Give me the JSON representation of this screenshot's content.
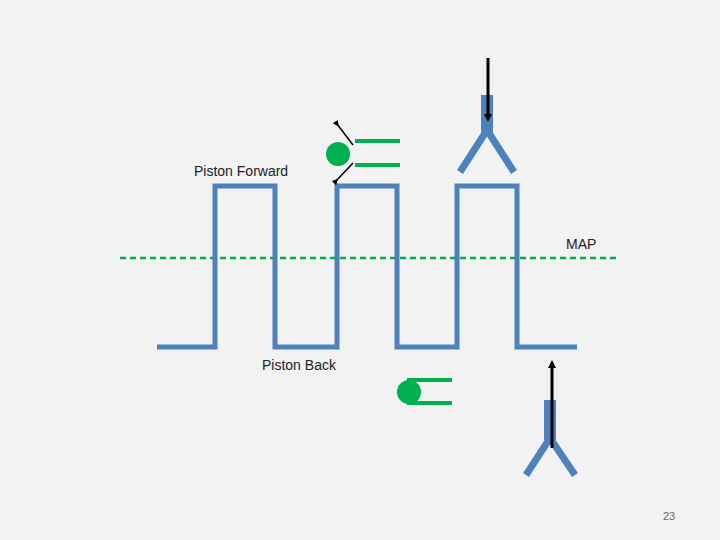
{
  "diagram": {
    "labels": [
      "Piston Forward",
      "MAP",
      "Piston Back",
      "23"
    ]
  }
}
